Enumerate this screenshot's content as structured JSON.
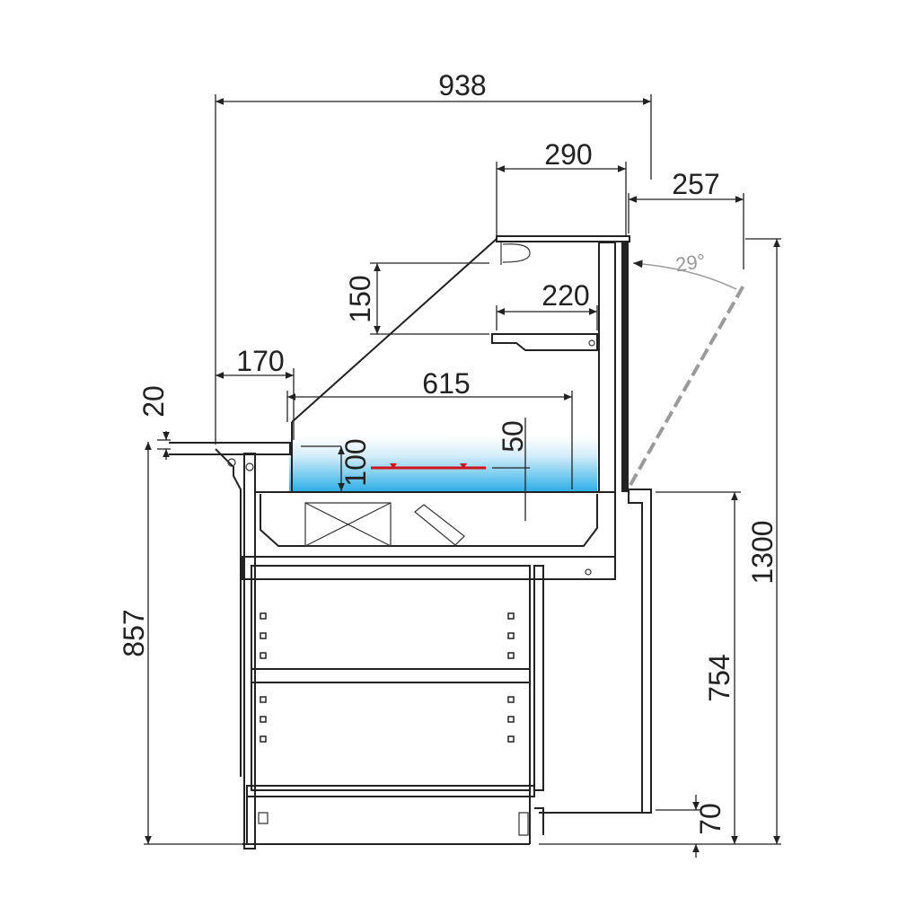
{
  "drawing": {
    "dimensions": {
      "overall_depth": "938",
      "top_shelf_depth": "290",
      "glass_open_depth": "257",
      "glass_angle": "29°",
      "shelf_spacing": "150",
      "middle_shelf_depth": "220",
      "serving_shelf_depth": "170",
      "well_depth_inner": "615",
      "counter_thickness": "20",
      "well_height": "100",
      "fill_level": "50",
      "counter_height": "857",
      "base_height": "754",
      "total_height": "1300",
      "plinth_height": "70"
    },
    "colors": {
      "line": "#222222",
      "water_top": "#ffffff",
      "water_bottom": "#2aaee6",
      "level_marker": "#d0141c",
      "open_glass": "#9a9a9a"
    }
  }
}
